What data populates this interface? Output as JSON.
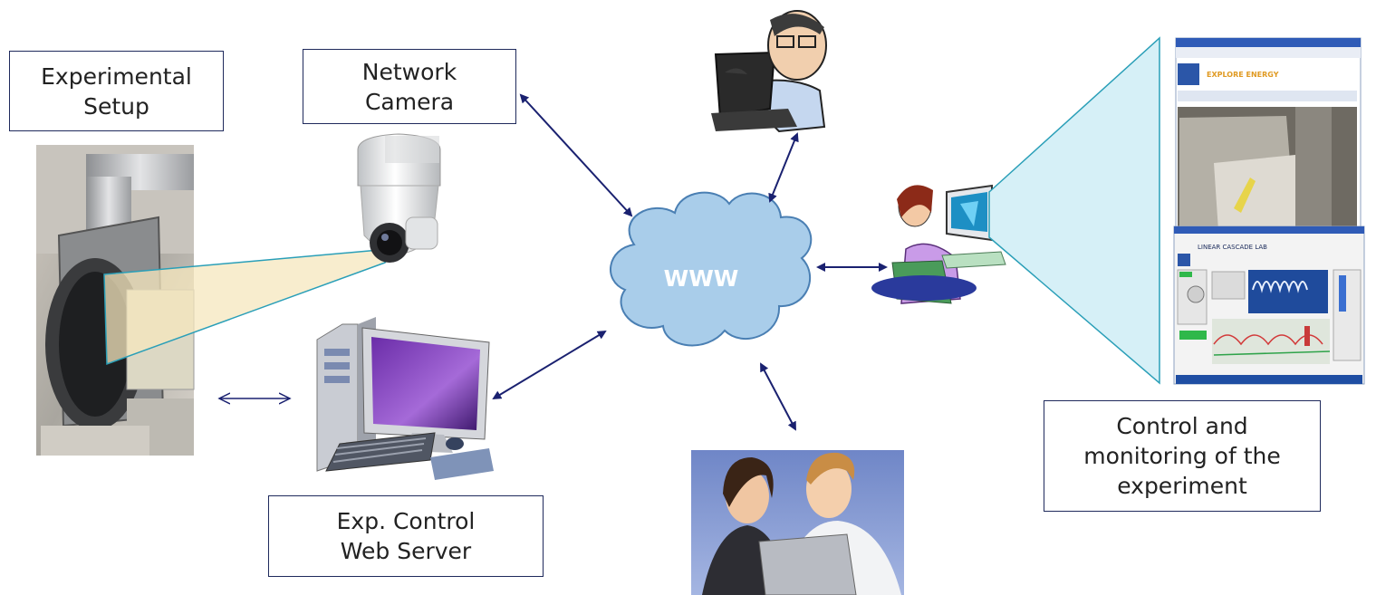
{
  "boxes": {
    "setup": {
      "line1": "Experimental",
      "line2": "Setup"
    },
    "camera": {
      "line1": "Network",
      "line2": "Camera"
    },
    "server": {
      "line1": "Exp. Control",
      "line2": "Web Server"
    },
    "control": {
      "line1": "Control and",
      "line2": "monitoring of the",
      "line3": "experiment"
    }
  },
  "cloud": {
    "label": "WWW"
  },
  "screens": {
    "top_brand": "EXPLORE ENERGY",
    "bottom_title": "LINEAR CASCADE LAB"
  },
  "colors": {
    "arrow": "#1a2170",
    "cloud_fill": "#a9cdea",
    "cloud_stroke": "#4a7fb3",
    "beam_fill": "#d6f0f7",
    "beam_stroke": "#2a9fb8",
    "camera_beam": "#f6e7bd"
  }
}
